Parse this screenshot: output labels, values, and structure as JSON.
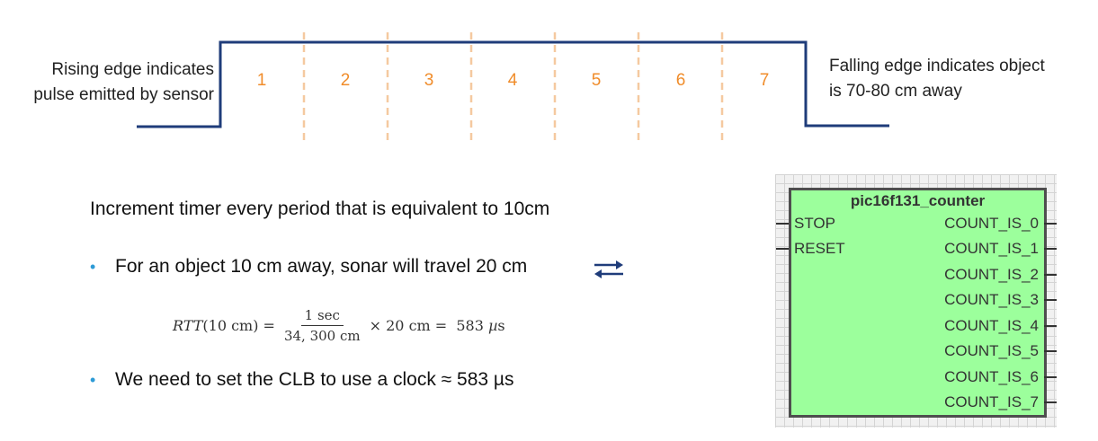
{
  "timing": {
    "left_label_line1": "Rising edge indicates",
    "left_label_line2": "pulse emitted by sensor",
    "right_label_line1": "Falling edge indicates object",
    "right_label_line2": "is 70-80 cm away",
    "slots": [
      "1",
      "2",
      "3",
      "4",
      "5",
      "6",
      "7"
    ],
    "signal_color": "#1f3c7a",
    "slot_color": "#f08c2a"
  },
  "text": {
    "heading": "Increment timer every period that is equivalent to 10cm",
    "bullet1": "For an object 10 cm away, sonar will travel 20 cm",
    "bullet2": "We need to set the CLB to use a clock ≈ 583 µs",
    "bullet_color": "#2e9bd6"
  },
  "formula": {
    "lhs_func": "RTT",
    "lhs_arg": "(10 cm) =",
    "frac_num": "1 sec",
    "frac_den": "34, 300 cm",
    "rhs": "× 20 cm =  583 ",
    "unit_mu": "µ",
    "unit_s": "s"
  },
  "block": {
    "title": "pic16f131_counter",
    "inputs": [
      "STOP",
      "RESET"
    ],
    "outputs": [
      "COUNT_IS_0",
      "COUNT_IS_1",
      "COUNT_IS_2",
      "COUNT_IS_3",
      "COUNT_IS_4",
      "COUNT_IS_5",
      "COUNT_IS_6",
      "COUNT_IS_7"
    ],
    "fill_color": "#9cff9c",
    "border_color": "#4e4e4e"
  }
}
